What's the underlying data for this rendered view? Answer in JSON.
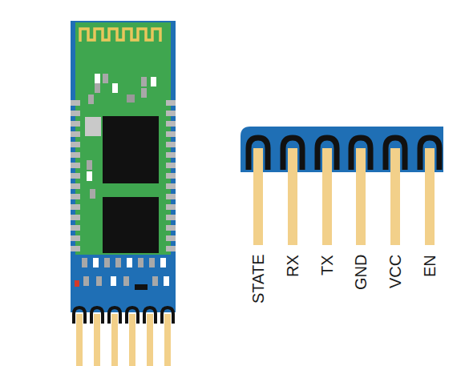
{
  "diagram": {
    "labels": [
      "STATE",
      "RX",
      "TX",
      "GND",
      "VCC",
      "EN"
    ]
  }
}
